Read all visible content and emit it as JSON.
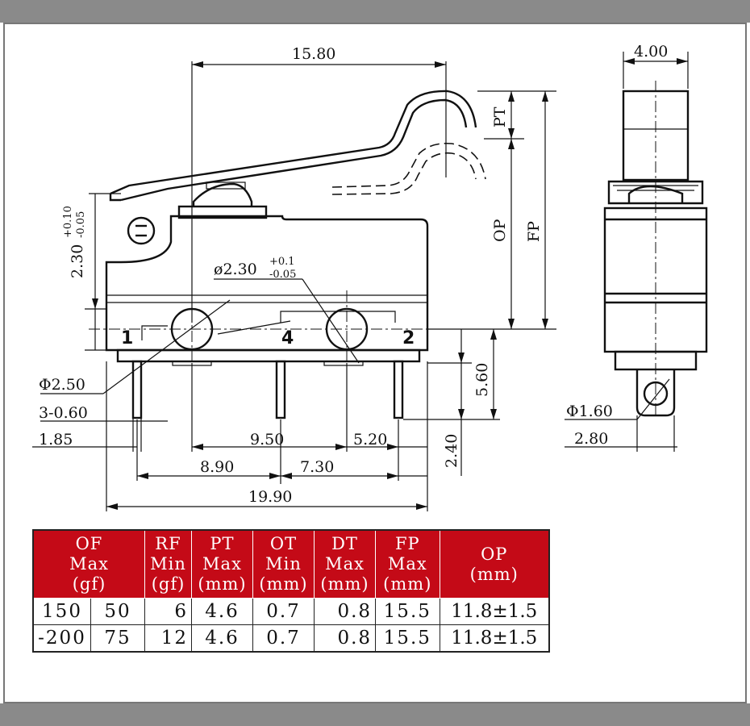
{
  "dimensions": {
    "overall_length": "15.80",
    "side_width": "4.00",
    "pt_label": "PT",
    "op_label": "OP",
    "fp_label": "FP",
    "height_tol": "2.30",
    "height_tol_plus": "+0.10",
    "height_tol_minus": "-0.05",
    "hole_dia": "ø2.30",
    "hole_tol_plus": "+0.1",
    "hole_tol_minus": "-0.05",
    "phi_250": "Φ2.50",
    "pin_count": "3-0.60",
    "d_185": "1.85",
    "d_950": "9.50",
    "d_520": "5.20",
    "d_890": "8.90",
    "d_730": "7.30",
    "d_1990": "19.90",
    "d_560": "5.60",
    "d_240": "2.40",
    "phi_160": "Φ1.60",
    "d_280": "2.80",
    "pin1": "1",
    "pin4": "4",
    "pin2": "2"
  },
  "table": {
    "headers": [
      [
        "OF",
        "Max",
        "(gf)"
      ],
      [
        "RF",
        "Min",
        "(gf)"
      ],
      [
        "PT",
        "Max",
        "(mm)"
      ],
      [
        "OT",
        "Min",
        "(mm)"
      ],
      [
        "DT",
        "Max",
        "(mm)"
      ],
      [
        "FP",
        "Max",
        "(mm)"
      ],
      [
        "OP",
        "(mm)"
      ]
    ],
    "rows": [
      [
        "150",
        "50",
        "6",
        "4.6",
        "0.7",
        "0.8",
        "15.5",
        "11.8±1.5"
      ],
      [
        "-200",
        "75",
        "12",
        "4.6",
        "0.7",
        "0.8",
        "15.5",
        "11.8±1.5"
      ]
    ]
  }
}
